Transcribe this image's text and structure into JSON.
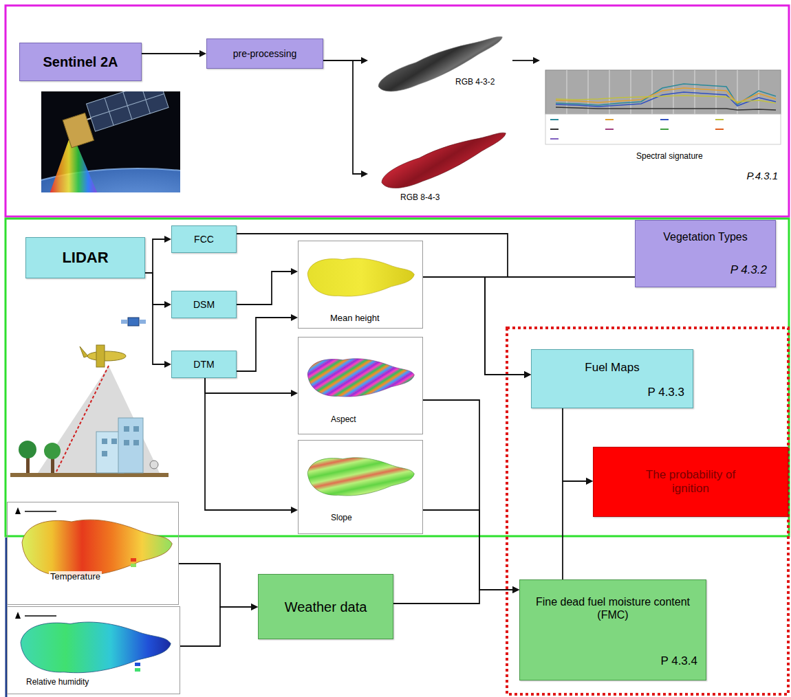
{
  "diagram": {
    "nodes": [
      {
        "text": [
          "Sentinel 2A"
        ]
      },
      {
        "text": [
          "pre-processing"
        ]
      },
      {
        "text": [
          "RGB 4-3-2"
        ]
      },
      {
        "text": [
          "RGB 8-4-3"
        ]
      },
      {
        "text": [
          "Spectral signature",
          "P.4.3.1"
        ]
      },
      {
        "text": [
          "LIDAR"
        ]
      },
      {
        "text": [
          "FCC"
        ]
      },
      {
        "text": [
          "DSM"
        ]
      },
      {
        "text": [
          "DTM"
        ]
      },
      {
        "text": [
          "Mean height"
        ]
      },
      {
        "text": [
          "Vegetation Types",
          "P 4.3.2"
        ]
      },
      {
        "text": [
          "Aspect"
        ]
      },
      {
        "text": [
          "Fuel Maps",
          "P 4.3.3"
        ]
      },
      {
        "text": [
          "Slope"
        ]
      },
      {
        "text": [
          "The probability of ignition"
        ]
      },
      {
        "text": [
          "Temperature"
        ]
      },
      {
        "text": [
          "Relative humidity"
        ]
      },
      {
        "text": [
          "Weather data"
        ]
      },
      {
        "text": [
          "Fine dead fuel moisture content (FMC)",
          "P 4.3.4"
        ]
      }
    ],
    "edges": [
      {
        "from": 0,
        "to": 1,
        "arrow": "to"
      },
      {
        "from": 1,
        "to": 2,
        "arrow": "to"
      },
      {
        "from": 1,
        "to": 3,
        "arrow": "to"
      },
      {
        "from": 2,
        "to": 4,
        "arrow": "to"
      },
      {
        "from": 5,
        "to": 6,
        "arrow": "to"
      },
      {
        "from": 5,
        "to": 7,
        "arrow": "to"
      },
      {
        "from": 5,
        "to": 8,
        "arrow": "to"
      },
      {
        "from": 7,
        "to": 9,
        "arrow": "to"
      },
      {
        "from": 8,
        "to": 9,
        "arrow": "to"
      },
      {
        "from": 8,
        "to": 11,
        "arrow": "to"
      },
      {
        "from": 8,
        "to": 13,
        "arrow": "to"
      },
      {
        "from": 6,
        "to": 12,
        "arrow": "to"
      },
      {
        "from": 10,
        "to": 12,
        "arrow": "to"
      },
      {
        "from": 9,
        "to": 12,
        "arrow": "to"
      },
      {
        "from": 12,
        "to": 14,
        "arrow": "to"
      },
      {
        "from": 18,
        "to": 14,
        "arrow": "to"
      },
      {
        "from": 11,
        "to": 18,
        "arrow": "to"
      },
      {
        "from": 13,
        "to": 18,
        "arrow": "to"
      },
      {
        "from": 17,
        "to": 18,
        "arrow": "to"
      },
      {
        "from": 15,
        "to": 17,
        "arrow": "to"
      },
      {
        "from": 16,
        "to": 17,
        "arrow": "to"
      }
    ]
  }
}
